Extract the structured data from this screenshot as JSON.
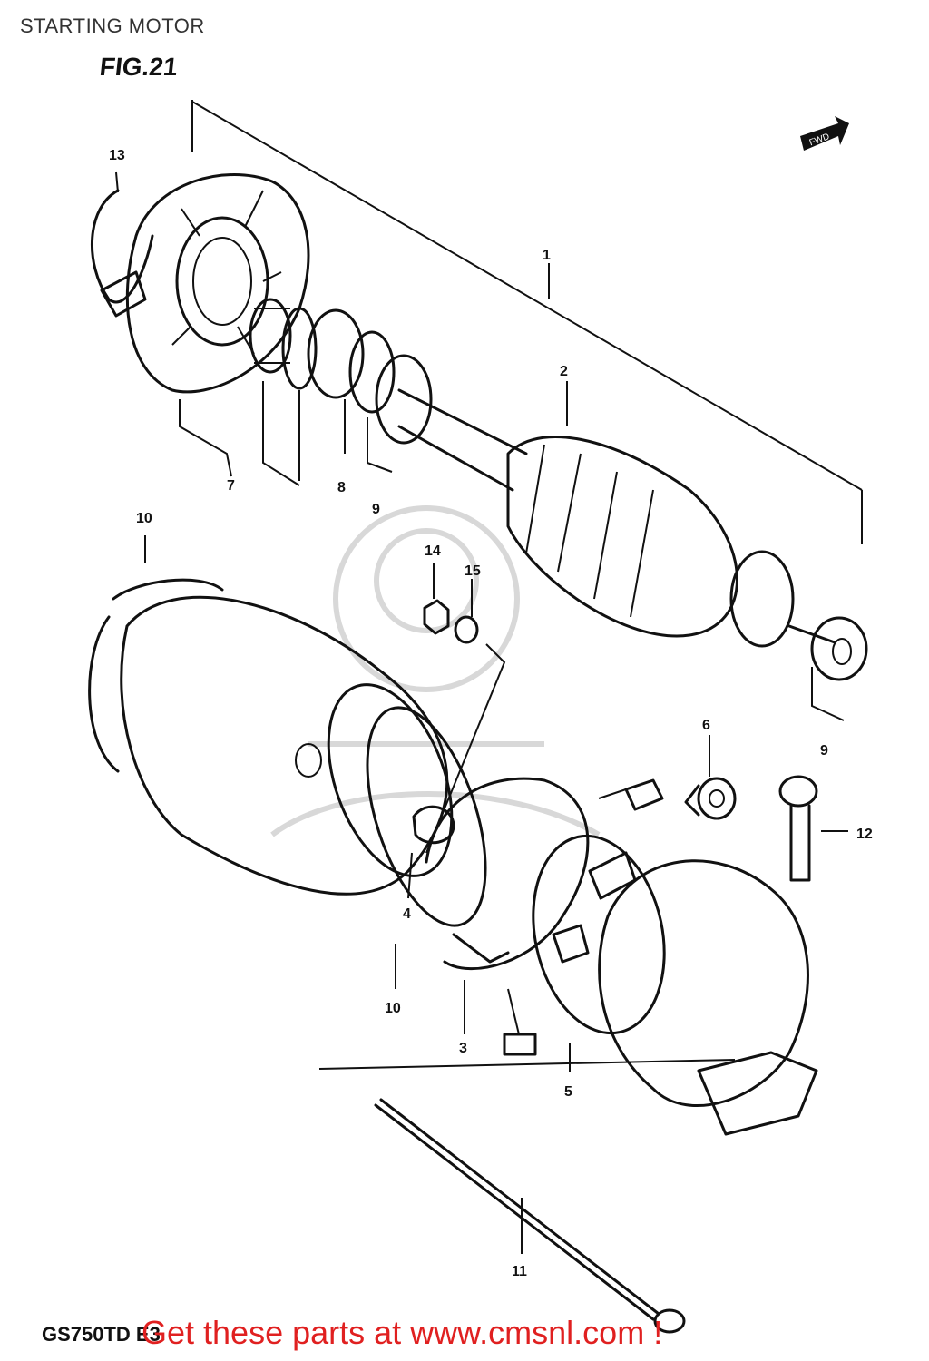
{
  "header": {
    "title": "STARTING MOTOR",
    "figure": "FIG.21"
  },
  "fwd_badge": "FWD",
  "callouts": {
    "c1": "1",
    "c2": "2",
    "c3": "3",
    "c4": "4",
    "c5": "5",
    "c6": "6",
    "c7": "7",
    "c8": "8",
    "c9a": "9",
    "c9b": "9",
    "c10a": "10",
    "c10b": "10",
    "c11": "11",
    "c12": "12",
    "c13": "13",
    "c14": "14",
    "c15": "15"
  },
  "footer": {
    "model_code": "GS750TD E3",
    "cta": "Get these parts at www.cmsnl.com !"
  }
}
